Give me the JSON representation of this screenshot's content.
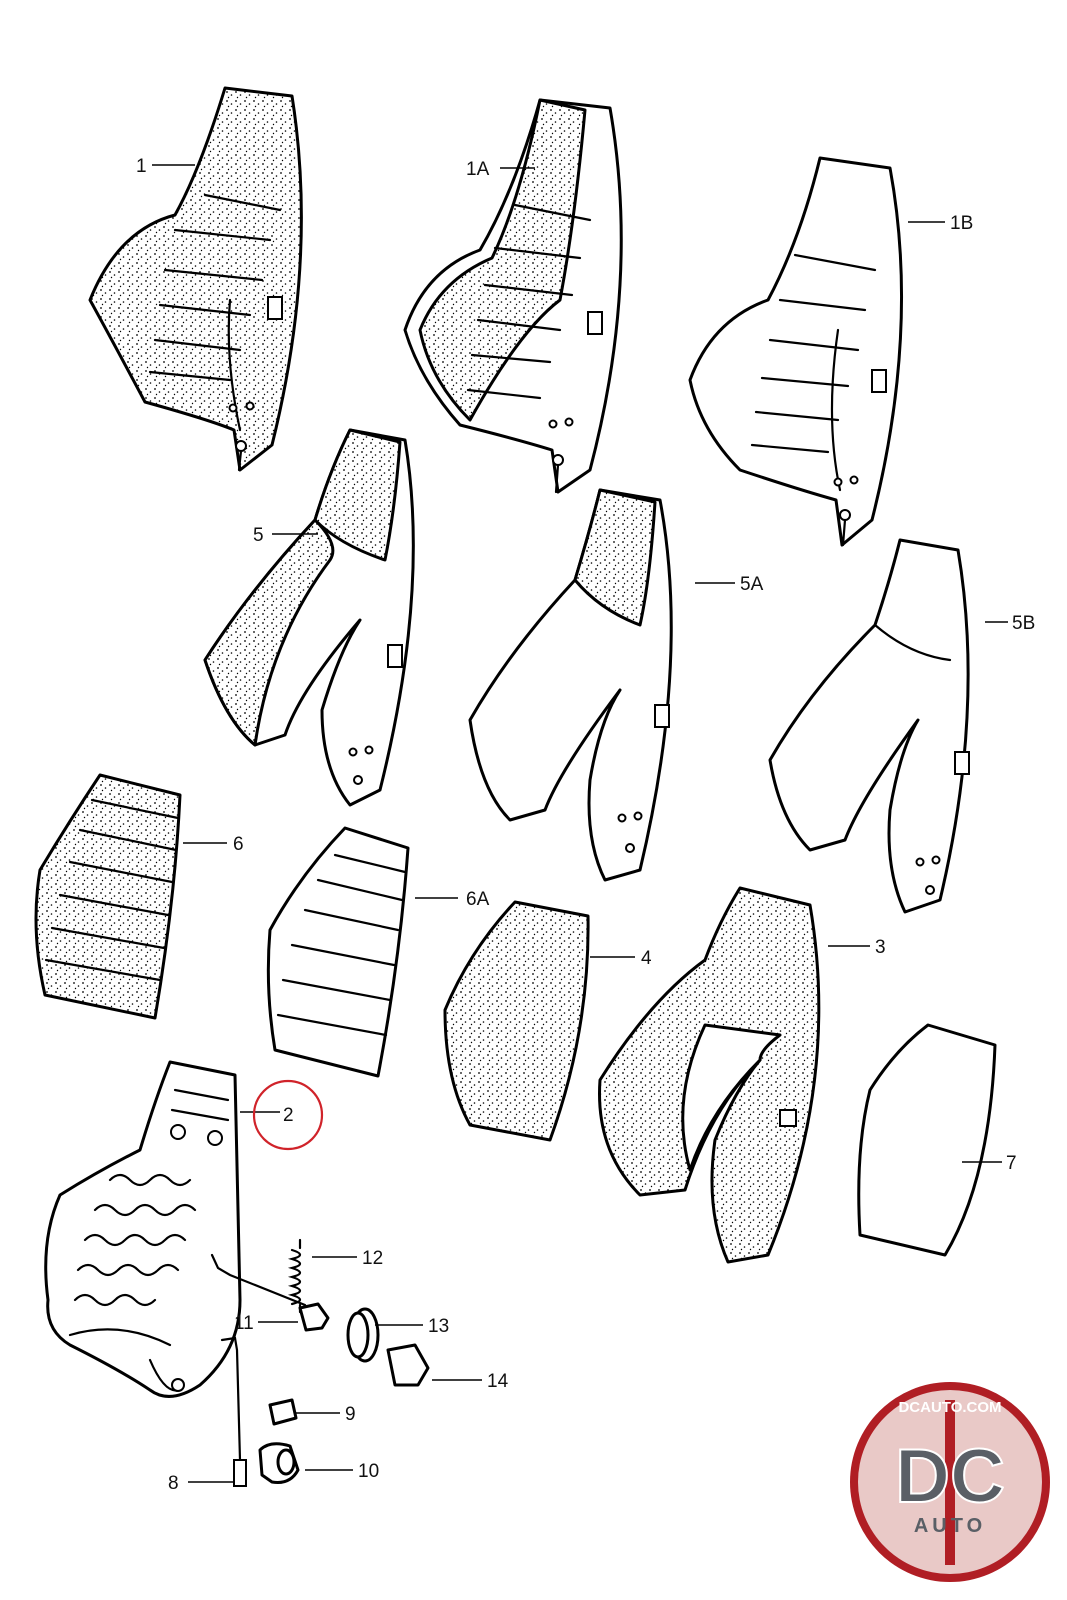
{
  "callouts": [
    {
      "id": "1",
      "label": "1"
    },
    {
      "id": "1a",
      "label": "1A"
    },
    {
      "id": "1b",
      "label": "1B"
    },
    {
      "id": "5",
      "label": "5"
    },
    {
      "id": "5a",
      "label": "5A"
    },
    {
      "id": "5b",
      "label": "5B"
    },
    {
      "id": "6",
      "label": "6"
    },
    {
      "id": "6a",
      "label": "6A"
    },
    {
      "id": "4",
      "label": "4"
    },
    {
      "id": "3",
      "label": "3"
    },
    {
      "id": "2",
      "label": "2",
      "highlighted": true
    },
    {
      "id": "7",
      "label": "7"
    },
    {
      "id": "12",
      "label": "12"
    },
    {
      "id": "11",
      "label": "11"
    },
    {
      "id": "13",
      "label": "13"
    },
    {
      "id": "14",
      "label": "14"
    },
    {
      "id": "9",
      "label": "9"
    },
    {
      "id": "10",
      "label": "10"
    },
    {
      "id": "8",
      "label": "8"
    }
  ],
  "highlight_color": "#d0232a",
  "logo": {
    "site": "DCAUTO.COM",
    "monogram": "DC",
    "word": "AUTO",
    "colors": {
      "ring": "#b01e24",
      "field": "#e9c9c7",
      "letters": "#5a5f66"
    }
  }
}
